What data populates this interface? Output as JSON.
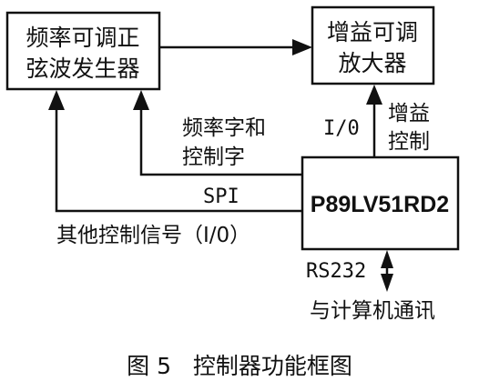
{
  "blocks": {
    "oscillator": [
      "频率可调正",
      "弦波发生器"
    ],
    "amplifier": [
      "增益可调",
      "放大器"
    ],
    "mcu": "P89LV51RD2"
  },
  "signals": {
    "freq_control": [
      "频率字和",
      "控制字"
    ],
    "spi": "SPI",
    "other_control": "其他控制信号（I/0）",
    "io": "I/0",
    "gain_control": [
      "增益",
      "控制"
    ],
    "rs232": "RS232",
    "pc_comm": "与计算机通讯"
  },
  "caption": "图 5   控制器功能框图"
}
